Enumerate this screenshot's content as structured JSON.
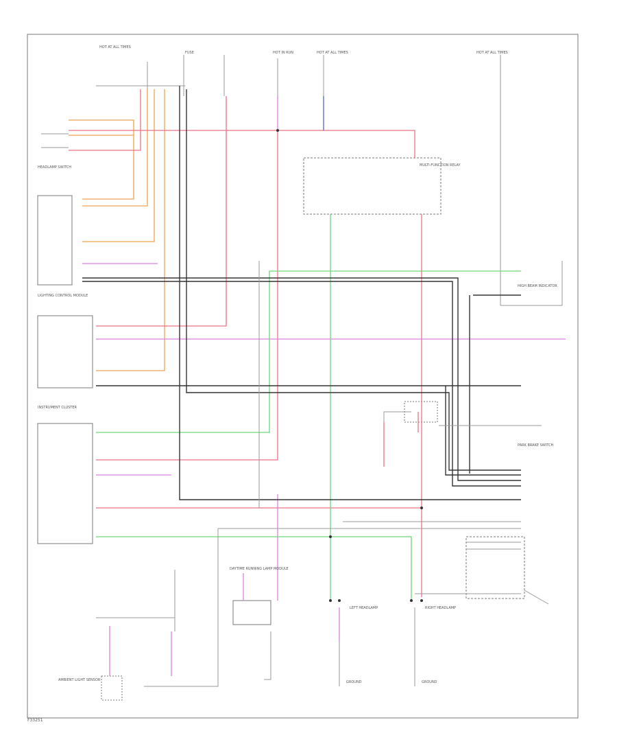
{
  "figure_number": "F33251",
  "labels": {
    "hot_at_all_times_1": "HOT AT ALL TIMES",
    "hot_in_run": "HOT IN RUN",
    "hot_at_all_times_2": "HOT AT ALL TIMES",
    "hot_at_all_times_3": "HOT AT ALL TIMES",
    "fuse_col1": "FUSE",
    "relay_box": "MULTI-FUNCTION RELAY",
    "headlamp_switch": "HEADLAMP SWITCH",
    "lighting_control_module": "LIGHTING CONTROL MODULE",
    "instrument_cluster": "INSTRUMENT CLUSTER",
    "daytime_running_lamp_module": "DAYTIME RUNNING LAMP MODULE",
    "park_brake_switch": "PARK BRAKE SWITCH",
    "left_headlamp": "LEFT HEADLAMP",
    "right_headlamp": "RIGHT HEADLAMP",
    "ground_left": "GROUND",
    "ground_right": "GROUND",
    "ambient_light_sensor": "AMBIENT LIGHT SENSOR",
    "high_beam_indicator": "HIGH BEAM INDICATOR"
  },
  "colors": {
    "orange": "#f0a050",
    "pink": "#ee6f85",
    "violet": "#dc7ee0",
    "green": "#6fd67a",
    "blue": "#5566d8",
    "black": "#333333",
    "gray": "#9a9a9a",
    "yellow": "#e6d070",
    "border": "#555555"
  }
}
